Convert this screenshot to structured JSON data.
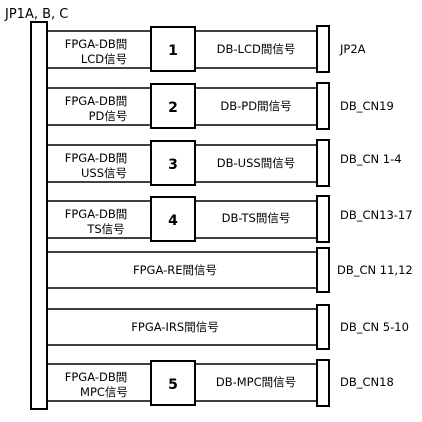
{
  "left_connector_label": "JP1A, B, C",
  "rows": [
    {
      "label_line1": "FPGA-DB間",
      "label_line2": "LCD信号",
      "number": "1",
      "signal": "DB-LCD間信号",
      "connector": "JP2A"
    },
    {
      "label_line1": "FPGA-DB間",
      "label_line2": "PD信号",
      "number": "2",
      "signal": "DB-PD間信号",
      "connector": "DB_CN19"
    },
    {
      "label_line1": "FPGA-DB間",
      "label_line2": "USS信号",
      "number": "3",
      "signal": "DB-USS間信号",
      "connector": "DB_CN 1-4"
    },
    {
      "label_line1": "FPGA-DB間",
      "label_line2": "TS信号",
      "number": "4",
      "signal": "DB-TS間信号",
      "connector": "DB_CN13-17"
    },
    {
      "center_label": "FPGA-RE間信号",
      "connector": "DB_CN 11,12"
    },
    {
      "center_label": "FPGA-IRS間信号",
      "connector": "DB_CN 5-10"
    },
    {
      "label_line1": "FPGA-DB間",
      "label_line2": "MPC信号",
      "number": "5",
      "signal": "DB-MPC間信号",
      "connector": "DB_CN18"
    }
  ]
}
